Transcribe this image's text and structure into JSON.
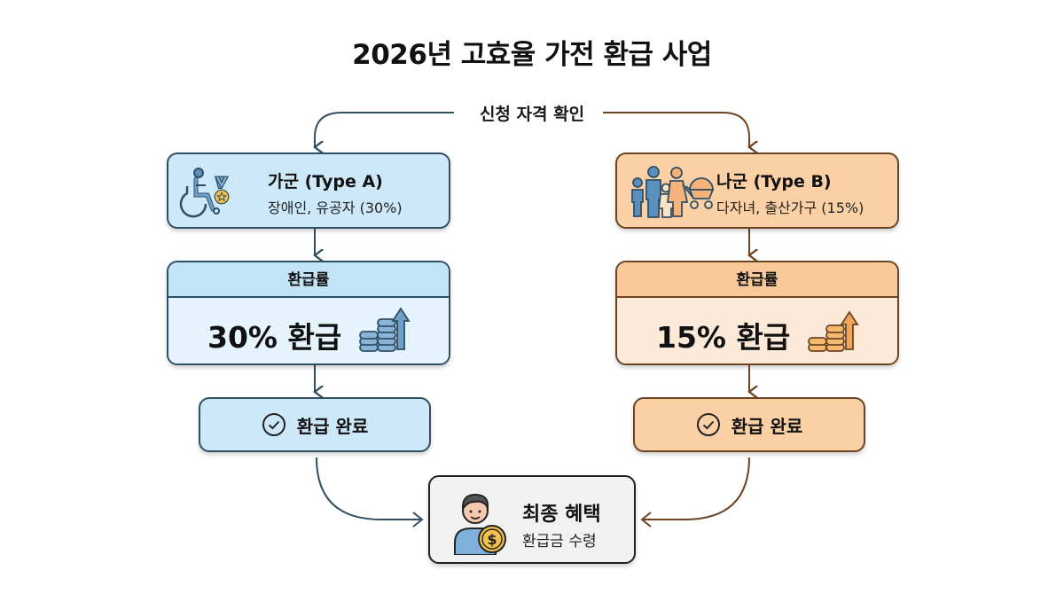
{
  "title": "2026년 고효율 가전 환급 사업",
  "eligibility_check": "신청 자격 확인",
  "colors": {
    "blue_fill": "#cde8f8",
    "blue_stroke": "#2f4f63",
    "orange_fill": "#fbd0a5",
    "orange_stroke": "#6b4424",
    "final_fill": "#f1f1f1"
  },
  "group_a": {
    "title": "가군 (Type A)",
    "subtitle": "장애인, 유공자 (30%)",
    "icons": [
      "wheelchair-icon",
      "medal-icon"
    ],
    "rate_header": "환급률",
    "rate_value": "30% 환급",
    "rate_icon": "coins-arrow-up-icon",
    "done_label": "환급 완료",
    "done_icon": "check-circle-icon"
  },
  "group_b": {
    "title": "나군 (Type B)",
    "subtitle": "다자녀, 출산가구 (15%)",
    "icons": [
      "family-icon",
      "stroller-icon"
    ],
    "rate_header": "환급률",
    "rate_value": "15% 환급",
    "rate_icon": "coins-arrow-up-icon",
    "done_label": "환급 완료",
    "done_icon": "check-circle-icon"
  },
  "final": {
    "title": "최종 혜택",
    "subtitle": "환급금 수령",
    "icon": "person-with-coin-icon"
  }
}
